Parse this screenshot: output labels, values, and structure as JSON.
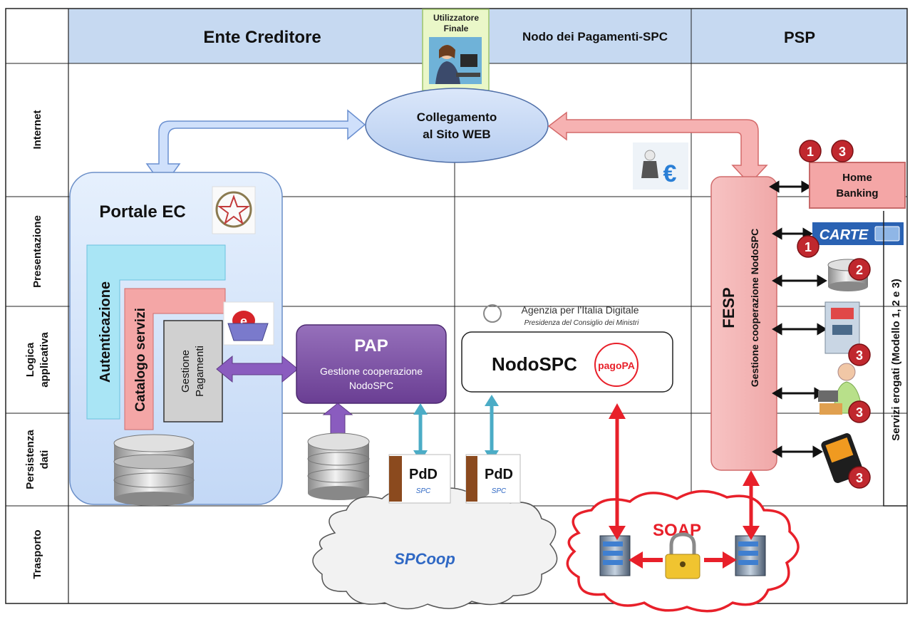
{
  "headers": {
    "ente_creditore": "Ente Creditore",
    "nodo": "Nodo dei Pagamenti-SPC",
    "psp": "PSP"
  },
  "rows": {
    "internet": "Internet",
    "presentazione": "Presentazione",
    "logica_1": "Logica",
    "logica_2": "applicativa",
    "persistenza_1": "Persistenza",
    "persistenza_2": "dati",
    "trasporto": "Trasporto"
  },
  "utilizzatore": {
    "line1": "Utilizzatore",
    "line2": "Finale"
  },
  "collegamento": {
    "line1": "Collegamento",
    "line2": "al Sito WEB"
  },
  "portale": {
    "title": "Portale EC",
    "autenticazione": "Autenticazione",
    "catalogo": "Catalogo servizi",
    "gestione_1": "Gestione",
    "gestione_2": "Pagamenti"
  },
  "pap": {
    "title": "PAP",
    "line1": "Gestione cooperazione",
    "line2": "NodoSPC"
  },
  "agid": {
    "line1": "Agenzia per l’Italia Digitale",
    "line2": "Presidenza del Consiglio dei Ministri"
  },
  "nodospc": {
    "title": "NodoSPC",
    "pagopa": "pagoPA"
  },
  "pdd": {
    "label": "PdD",
    "sub": "SPC"
  },
  "spcoop": "SPCoop",
  "soap": "SOAP",
  "fesp": {
    "title": "FESP",
    "subtitle": "Gestione cooperazione NodoSPC"
  },
  "home_banking": {
    "line1": "Home",
    "line2": "Banking"
  },
  "carte": "CARTE",
  "badges": {
    "one": "1",
    "two": "2",
    "three": "3"
  },
  "servizi": "Servizi erogati (Modello 1, 2 e 3)",
  "icon_e": "€",
  "colors": {
    "header_bg": "#c6d9f1",
    "portal_bg": "#cfe2fa",
    "pap_purple": "#7a4aa0",
    "red_arrow": "#e8202a",
    "blue_arrow": "#cfe0fb",
    "pink_arrow": "#f4a5a5",
    "teal_arrow": "#4bacc6",
    "badge_red": "#c0282e"
  }
}
